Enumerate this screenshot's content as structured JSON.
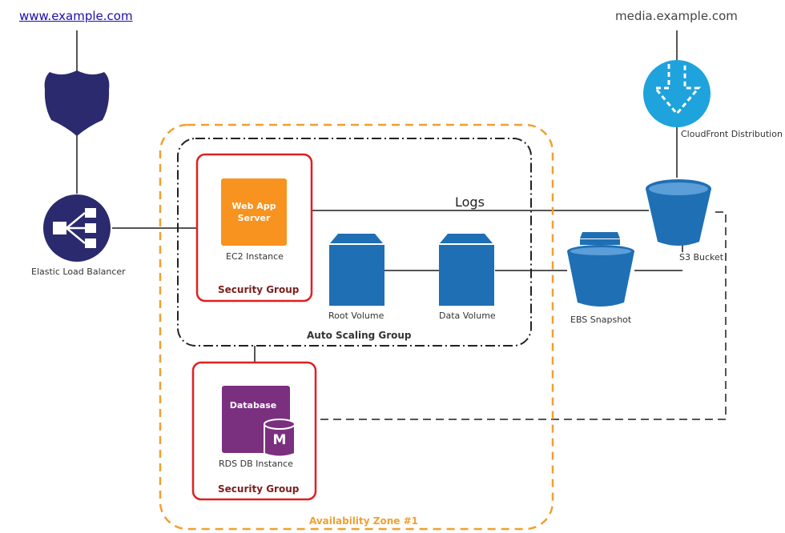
{
  "website_link": "www.example.com",
  "media_domain": "media.example.com",
  "components": {
    "elb": "Elastic Load Balancer",
    "web_app_server": "Web App Server",
    "ec2_instance": "EC2 Instance",
    "security_group_1": "Security Group",
    "root_volume": "Root Volume",
    "data_volume": "Data Volume",
    "auto_scaling_group": "Auto Scaling Group",
    "ebs_snapshot": "EBS Snapshot",
    "cloudfront": "CloudFront Distribution",
    "s3_bucket": "S3 Bucket",
    "logs": "Logs",
    "database": "Database",
    "db_glyph": "M",
    "rds_instance": "RDS DB Instance",
    "security_group_2": "Security Group",
    "availability_zone": "Availability Zone #1"
  },
  "colors": {
    "zone_border": "#f0a030",
    "security_group_border": "#e02020",
    "aws_blue": "#1f6fb4",
    "ec2_orange": "#f7931e",
    "rds_purple": "#7b2f7f",
    "cloudfront_blue": "#1fa3dc",
    "navy": "#2b2a6e"
  }
}
